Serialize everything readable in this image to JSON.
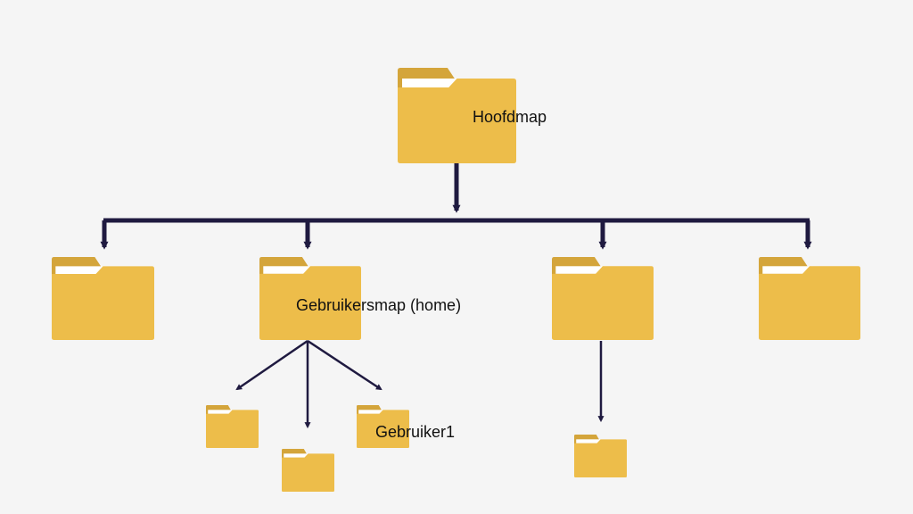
{
  "diagram": {
    "root_label": "Hoofdmap",
    "home_label": "Gebruikersmap (home)",
    "user_label": "Gebruiker1"
  },
  "colors": {
    "background": "#f5f5f5",
    "folder_body": "#edbd4a",
    "folder_back": "#d4a53b",
    "paper": "#ffffff",
    "connector": "#1f1a40"
  }
}
